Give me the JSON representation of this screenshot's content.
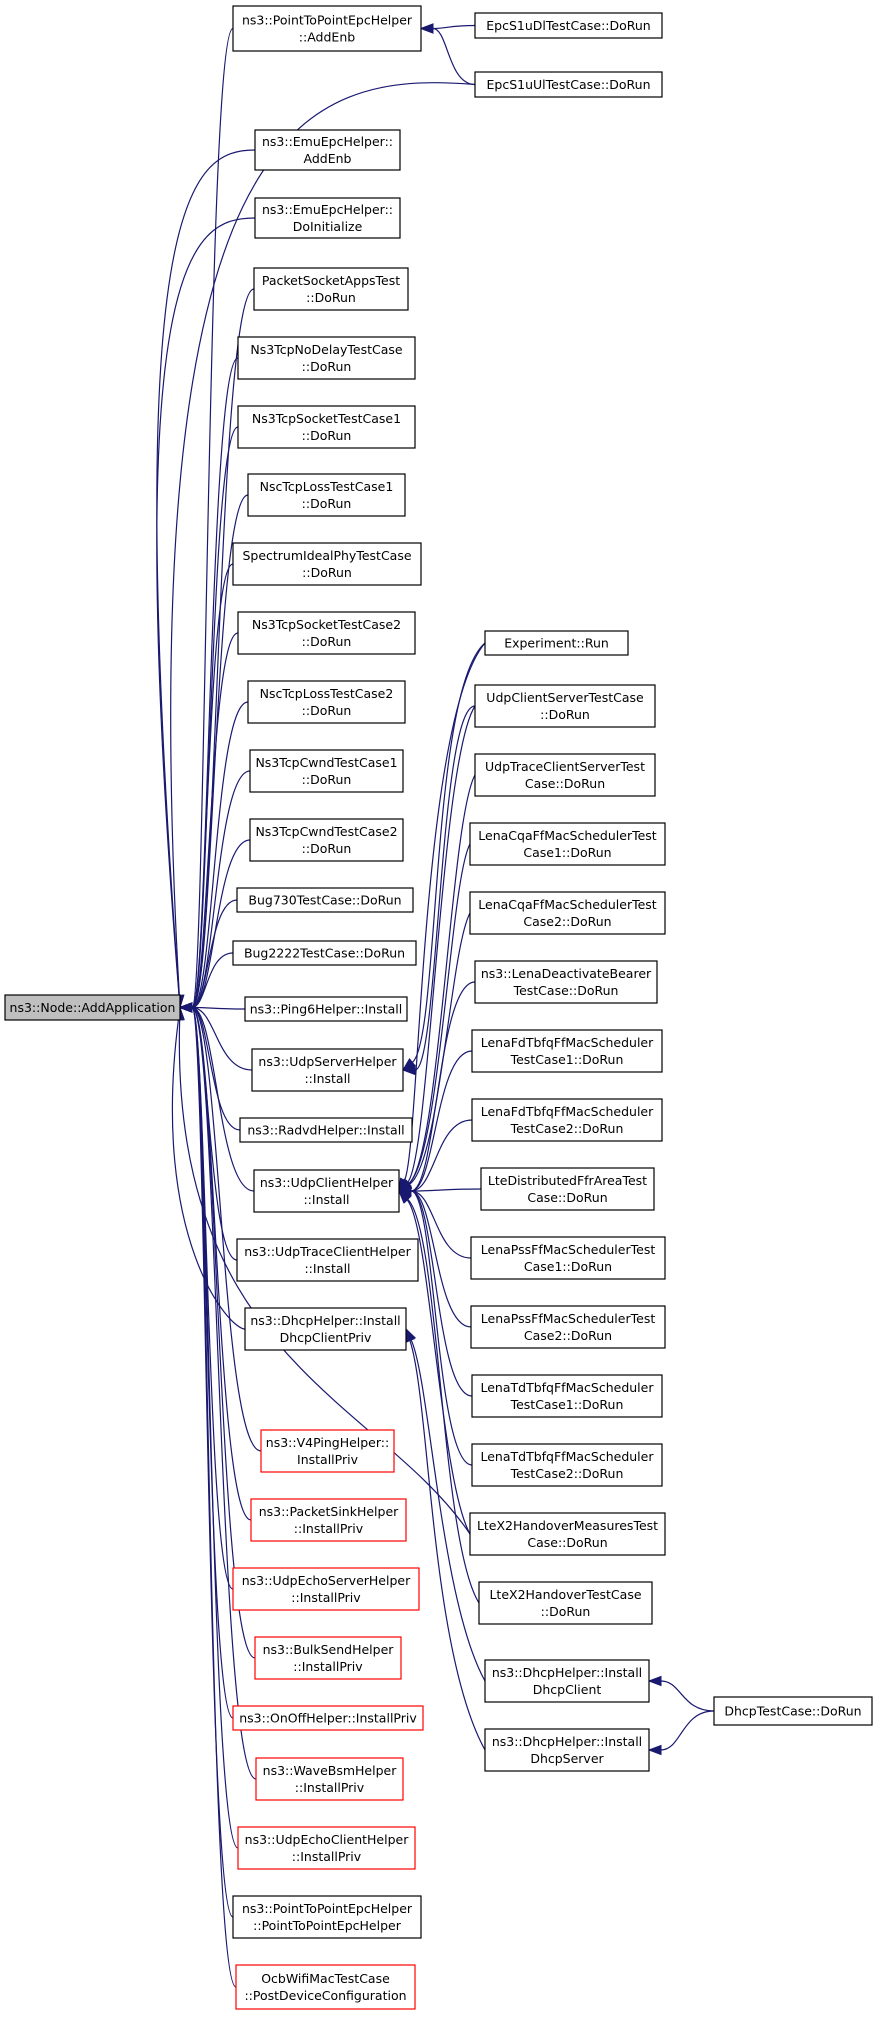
{
  "diagram": {
    "colors": {
      "edge": "#191970",
      "box_border": "#000000",
      "box_border_incomplete": "#ff0000",
      "root_fill": "#bfbfbf"
    },
    "root": {
      "id": "root",
      "lines": [
        "ns3::Node::AddApplication"
      ]
    },
    "nodes": [
      {
        "id": "p2p_addenb",
        "lines": [
          "ns3::PointToPointEpcHelper",
          "::AddEnb"
        ]
      },
      {
        "id": "emu_addenb",
        "lines": [
          "ns3::EmuEpcHelper::",
          "AddEnb"
        ]
      },
      {
        "id": "emu_doinit",
        "lines": [
          "ns3::EmuEpcHelper::",
          "DoInitialize"
        ]
      },
      {
        "id": "packetsocket",
        "lines": [
          "PacketSocketAppsTest",
          "::DoRun"
        ]
      },
      {
        "id": "nodelay",
        "lines": [
          "Ns3TcpNoDelayTestCase",
          "::DoRun"
        ]
      },
      {
        "id": "sock1",
        "lines": [
          "Ns3TcpSocketTestCase1",
          "::DoRun"
        ]
      },
      {
        "id": "nscloss1",
        "lines": [
          "NscTcpLossTestCase1",
          "::DoRun"
        ]
      },
      {
        "id": "spectrum",
        "lines": [
          "SpectrumIdealPhyTestCase",
          "::DoRun"
        ]
      },
      {
        "id": "sock2",
        "lines": [
          "Ns3TcpSocketTestCase2",
          "::DoRun"
        ]
      },
      {
        "id": "nscloss2",
        "lines": [
          "NscTcpLossTestCase2",
          "::DoRun"
        ]
      },
      {
        "id": "cwnd1",
        "lines": [
          "Ns3TcpCwndTestCase1",
          "::DoRun"
        ]
      },
      {
        "id": "cwnd2",
        "lines": [
          "Ns3TcpCwndTestCase2",
          "::DoRun"
        ]
      },
      {
        "id": "bug730",
        "lines": [
          "Bug730TestCase::DoRun"
        ]
      },
      {
        "id": "bug2222",
        "lines": [
          "Bug2222TestCase::DoRun"
        ]
      },
      {
        "id": "ping6",
        "lines": [
          "ns3::Ping6Helper::Install"
        ]
      },
      {
        "id": "udpserver",
        "lines": [
          "ns3::UdpServerHelper",
          "::Install"
        ]
      },
      {
        "id": "radvd",
        "lines": [
          "ns3::RadvdHelper::Install"
        ]
      },
      {
        "id": "udpclient",
        "lines": [
          "ns3::UdpClientHelper",
          "::Install"
        ]
      },
      {
        "id": "udptrace",
        "lines": [
          "ns3::UdpTraceClientHelper",
          "::Install"
        ]
      },
      {
        "id": "dhcp_install",
        "lines": [
          "ns3::DhcpHelper::Install",
          "DhcpClientPriv"
        ]
      },
      {
        "id": "v4ping",
        "lines": [
          "ns3::V4PingHelper::",
          "InstallPriv"
        ],
        "incomplete": true
      },
      {
        "id": "packetsink",
        "lines": [
          "ns3::PacketSinkHelper",
          "::InstallPriv"
        ],
        "incomplete": true
      },
      {
        "id": "udpechoserver",
        "lines": [
          "ns3::UdpEchoServerHelper",
          "::InstallPriv"
        ],
        "incomplete": true
      },
      {
        "id": "bulksend",
        "lines": [
          "ns3::BulkSendHelper",
          "::InstallPriv"
        ],
        "incomplete": true
      },
      {
        "id": "onoff",
        "lines": [
          "ns3::OnOffHelper::InstallPriv"
        ],
        "incomplete": true
      },
      {
        "id": "wavebsm",
        "lines": [
          "ns3::WaveBsmHelper",
          "::InstallPriv"
        ],
        "incomplete": true
      },
      {
        "id": "udpechoclient",
        "lines": [
          "ns3::UdpEchoClientHelper",
          "::InstallPriv"
        ],
        "incomplete": true
      },
      {
        "id": "p2p_ctor",
        "lines": [
          "ns3::PointToPointEpcHelper",
          "::PointToPointEpcHelper"
        ]
      },
      {
        "id": "ocb",
        "lines": [
          "OcbWifiMacTestCase",
          "::PostDeviceConfiguration"
        ],
        "incomplete": true
      },
      {
        "id": "s1udl",
        "lines": [
          "EpcS1uDlTestCase::DoRun"
        ]
      },
      {
        "id": "s1uul",
        "lines": [
          "EpcS1uUlTestCase::DoRun"
        ]
      },
      {
        "id": "experiment",
        "lines": [
          "Experiment::Run"
        ]
      },
      {
        "id": "ucst",
        "lines": [
          "UdpClientServerTestCase",
          "::DoRun"
        ]
      },
      {
        "id": "utcst",
        "lines": [
          "UdpTraceClientServerTest",
          "Case::DoRun"
        ]
      },
      {
        "id": "cqa1",
        "lines": [
          "LenaCqaFfMacSchedulerTest",
          "Case1::DoRun"
        ]
      },
      {
        "id": "cqa2",
        "lines": [
          "LenaCqaFfMacSchedulerTest",
          "Case2::DoRun"
        ]
      },
      {
        "id": "deact",
        "lines": [
          "ns3::LenaDeactivateBearer",
          "TestCase::DoRun"
        ]
      },
      {
        "id": "fdtbfq1",
        "lines": [
          "LenaFdTbfqFfMacScheduler",
          "TestCase1::DoRun"
        ]
      },
      {
        "id": "fdtbfq2",
        "lines": [
          "LenaFdTbfqFfMacScheduler",
          "TestCase2::DoRun"
        ]
      },
      {
        "id": "ffr",
        "lines": [
          "LteDistributedFfrAreaTest",
          "Case::DoRun"
        ]
      },
      {
        "id": "pss1",
        "lines": [
          "LenaPssFfMacSchedulerTest",
          "Case1::DoRun"
        ]
      },
      {
        "id": "pss2",
        "lines": [
          "LenaPssFfMacSchedulerTest",
          "Case2::DoRun"
        ]
      },
      {
        "id": "tdtbfq1",
        "lines": [
          "LenaTdTbfqFfMacScheduler",
          "TestCase1::DoRun"
        ]
      },
      {
        "id": "tdtbfq2",
        "lines": [
          "LenaTdTbfqFfMacScheduler",
          "TestCase2::DoRun"
        ]
      },
      {
        "id": "x2meas",
        "lines": [
          "LteX2HandoverMeasuresTest",
          "Case::DoRun"
        ]
      },
      {
        "id": "x2ho",
        "lines": [
          "LteX2HandoverTestCase",
          "::DoRun"
        ]
      },
      {
        "id": "dhcpclient",
        "lines": [
          "ns3::DhcpHelper::Install",
          "DhcpClient"
        ]
      },
      {
        "id": "dhcpserver",
        "lines": [
          "ns3::DhcpHelper::Install",
          "DhcpServer"
        ]
      },
      {
        "id": "dhcptest",
        "lines": [
          "DhcpTestCase::DoRun"
        ]
      }
    ],
    "edges": [
      [
        "p2p_addenb",
        "root"
      ],
      [
        "s1udl",
        "p2p_addenb"
      ],
      [
        "s1uul",
        "p2p_addenb"
      ],
      [
        "s1uul",
        "root"
      ],
      [
        "emu_addenb",
        "root"
      ],
      [
        "emu_doinit",
        "root"
      ],
      [
        "packetsocket",
        "root"
      ],
      [
        "nodelay",
        "root"
      ],
      [
        "sock1",
        "root"
      ],
      [
        "nscloss1",
        "root"
      ],
      [
        "spectrum",
        "root"
      ],
      [
        "sock2",
        "root"
      ],
      [
        "nscloss2",
        "root"
      ],
      [
        "cwnd1",
        "root"
      ],
      [
        "cwnd2",
        "root"
      ],
      [
        "bug730",
        "root"
      ],
      [
        "bug2222",
        "root"
      ],
      [
        "ping6",
        "root"
      ],
      [
        "udpserver",
        "root"
      ],
      [
        "radvd",
        "root"
      ],
      [
        "udpclient",
        "root"
      ],
      [
        "udptrace",
        "root"
      ],
      [
        "dhcp_install",
        "root"
      ],
      [
        "v4ping",
        "root"
      ],
      [
        "packetsink",
        "root"
      ],
      [
        "udpechoserver",
        "root"
      ],
      [
        "bulksend",
        "root"
      ],
      [
        "onoff",
        "root"
      ],
      [
        "wavebsm",
        "root"
      ],
      [
        "udpechoclient",
        "root"
      ],
      [
        "p2p_ctor",
        "root"
      ],
      [
        "ocb",
        "root"
      ],
      [
        "x2meas",
        "root"
      ],
      [
        "experiment",
        "udpserver"
      ],
      [
        "ucst",
        "udpserver"
      ],
      [
        "experiment",
        "udpclient"
      ],
      [
        "ucst",
        "udpclient"
      ],
      [
        "utcst",
        "udpclient"
      ],
      [
        "cqa1",
        "udpclient"
      ],
      [
        "cqa2",
        "udpclient"
      ],
      [
        "deact",
        "udpclient"
      ],
      [
        "fdtbfq1",
        "udpclient"
      ],
      [
        "fdtbfq2",
        "udpclient"
      ],
      [
        "ffr",
        "udpclient"
      ],
      [
        "pss1",
        "udpclient"
      ],
      [
        "pss2",
        "udpclient"
      ],
      [
        "tdtbfq1",
        "udpclient"
      ],
      [
        "tdtbfq2",
        "udpclient"
      ],
      [
        "x2meas",
        "udpclient"
      ],
      [
        "x2ho",
        "udpclient"
      ],
      [
        "dhcpclient",
        "dhcp_install"
      ],
      [
        "dhcpserver",
        "dhcp_install"
      ],
      [
        "dhcptest",
        "dhcpclient"
      ],
      [
        "dhcptest",
        "dhcpserver"
      ]
    ]
  }
}
